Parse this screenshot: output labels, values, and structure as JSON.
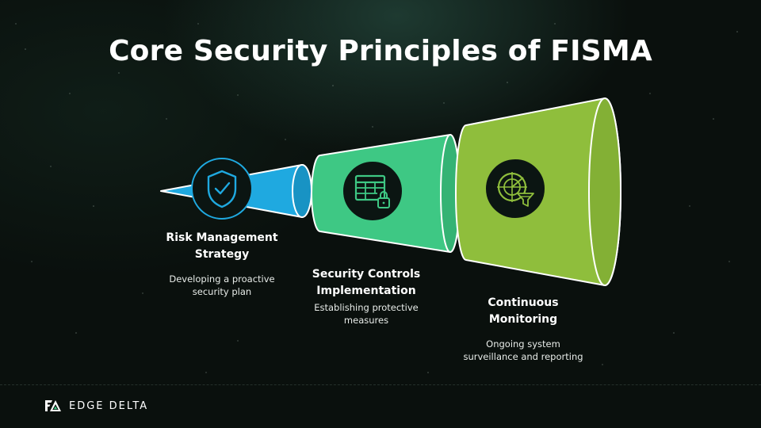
{
  "title": "Core Security Principles of FISMA",
  "stages": [
    {
      "heading_line1": "Risk Management",
      "heading_line2": "Strategy",
      "desc_line1": "Developing a proactive",
      "desc_line2": "security plan",
      "icon": "shield-check-icon",
      "color": "#1fa9e0"
    },
    {
      "heading_line1": "Security Controls",
      "heading_line2": "Implementation",
      "desc_line1": "Establishing protective",
      "desc_line2": "measures",
      "icon": "table-lock-icon",
      "color": "#3ec884"
    },
    {
      "heading_line1": "Continuous",
      "heading_line2": "Monitoring",
      "desc_line1": "Ongoing system",
      "desc_line2": "surveillance and reporting",
      "icon": "radar-funnel-icon",
      "color": "#8fbe3c"
    }
  ],
  "brand": {
    "name": "EDGE DELTA",
    "logo": "edge-delta-logo"
  }
}
